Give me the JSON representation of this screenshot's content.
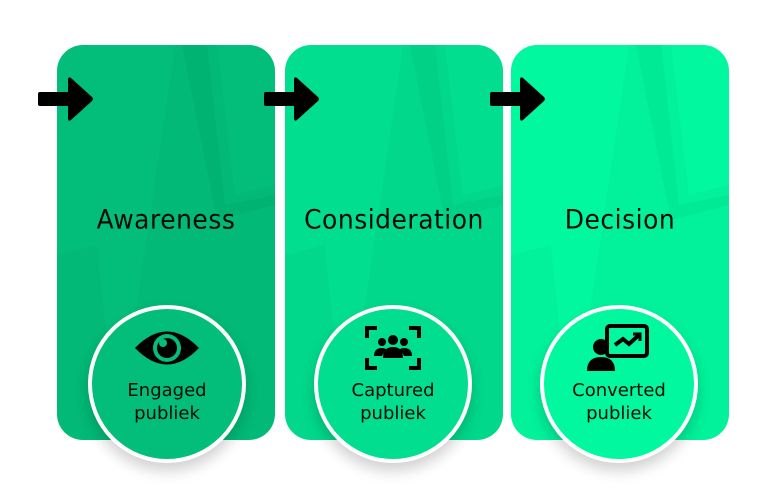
{
  "stages": [
    {
      "title": "Awareness",
      "label_line1": "Engaged",
      "label_line2": "publiek",
      "icon": "eye-icon",
      "color": "#03BE7A"
    },
    {
      "title": "Consideration",
      "label_line1": "Captured",
      "label_line2": "publiek",
      "icon": "audience-focus-icon",
      "color": "#02DE8F"
    },
    {
      "title": "Decision",
      "label_line1": "Converted",
      "label_line2": "publiek",
      "icon": "presenter-chart-icon",
      "color": "#02F89F"
    }
  ],
  "colors": {
    "text": "#0B0B0B",
    "arrow": "#000000",
    "circle_border": "#FFFFFF"
  }
}
